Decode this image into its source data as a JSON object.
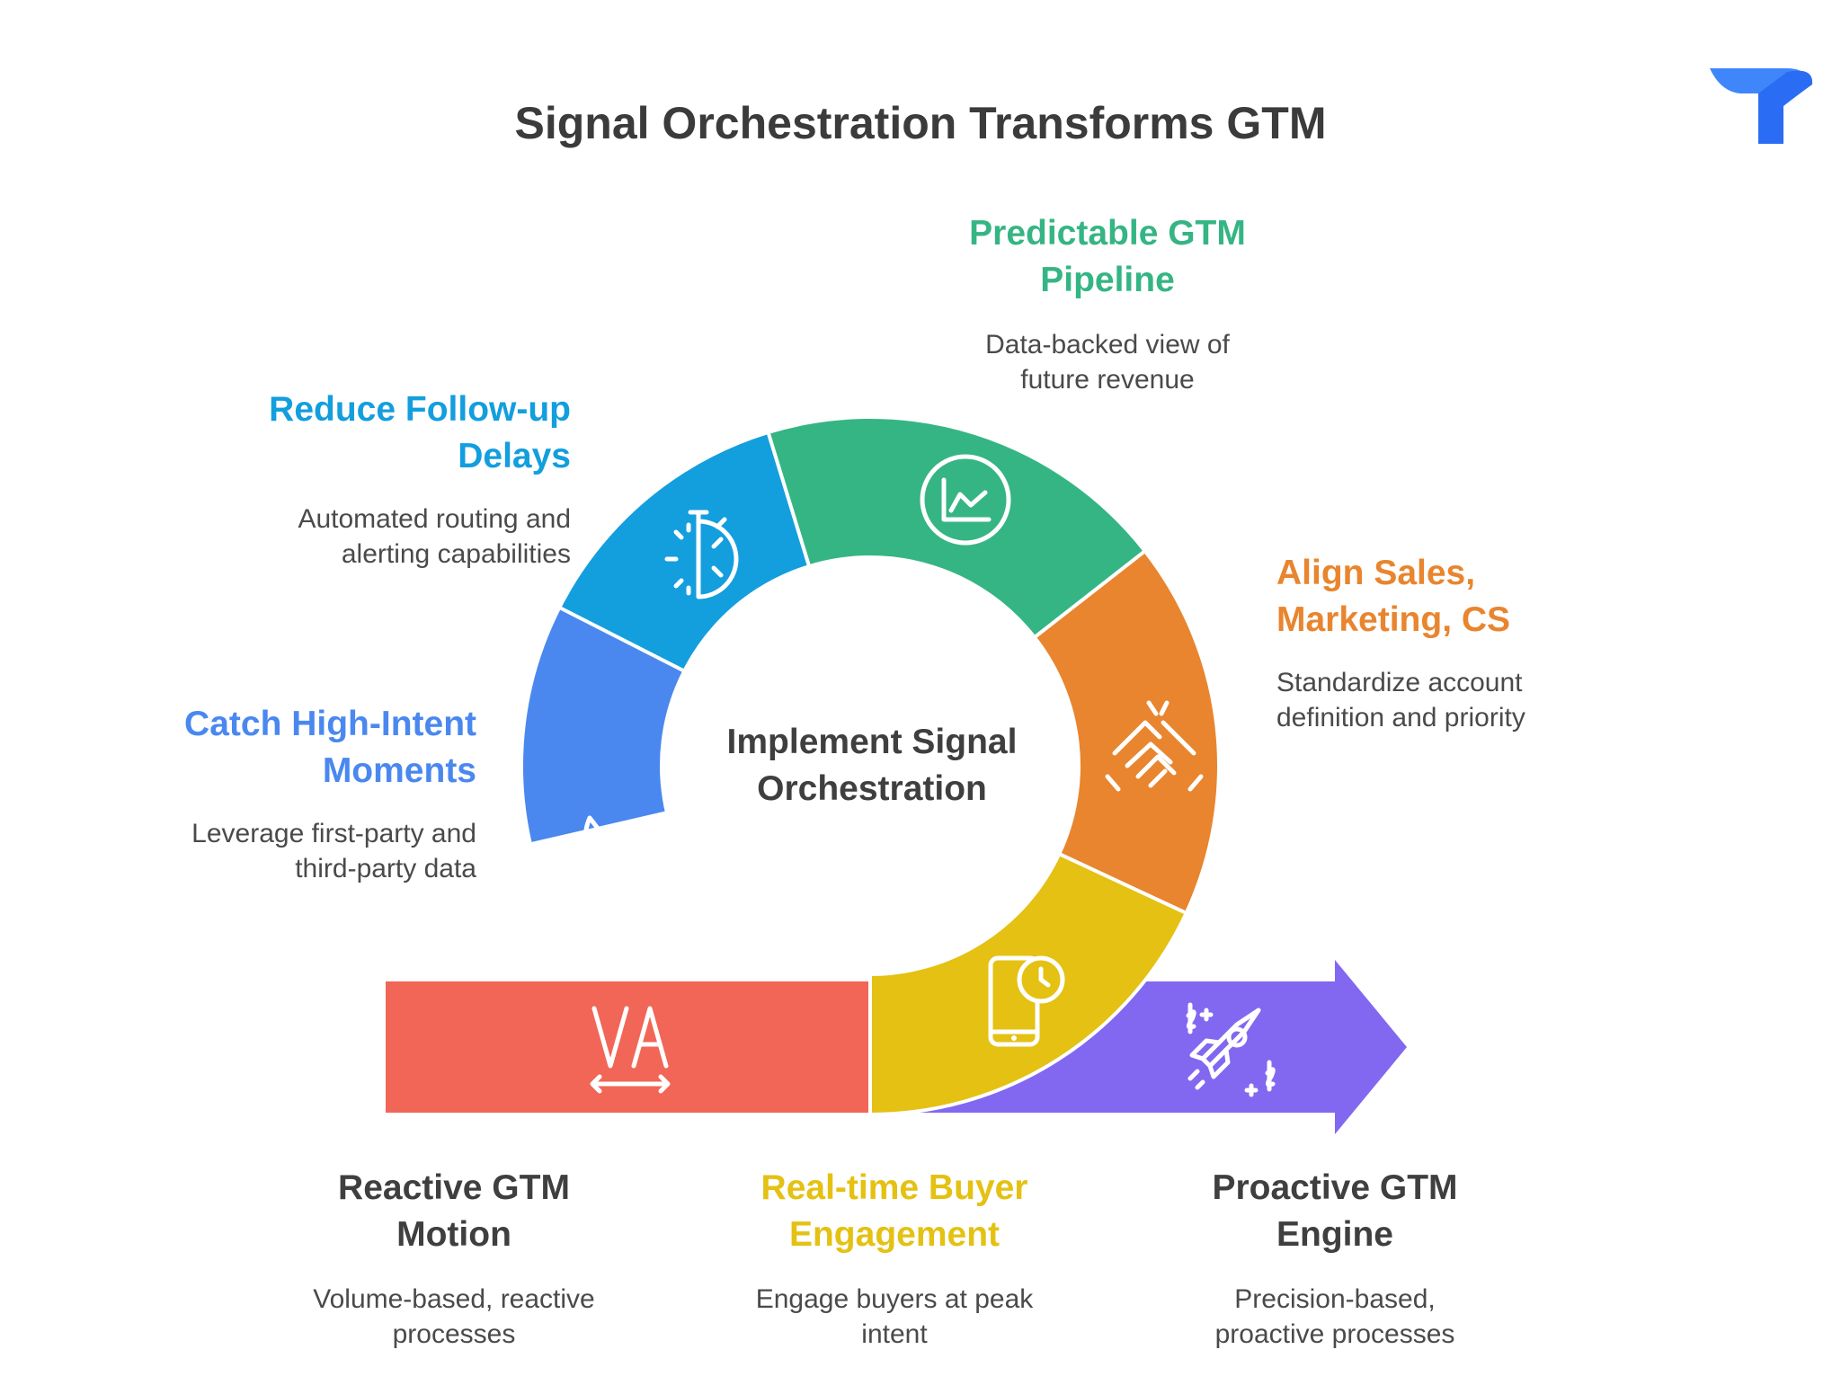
{
  "title": "Signal Orchestration Transforms GTM",
  "center": {
    "line1": "Implement Signal",
    "line2": "Orchestration"
  },
  "colors": {
    "blue_light": "#139ede",
    "green": "#35b584",
    "orange": "#e8852e",
    "yellow": "#e4c112",
    "blue": "#4a88ef",
    "red": "#f16657",
    "purple": "#8268f0",
    "logo": "#2a6df4"
  },
  "segments": [
    {
      "id": "reduce",
      "color": "#139ede",
      "icon": "stopwatch-icon",
      "label": [
        "Reduce Follow-up",
        "Delays"
      ],
      "desc": [
        "Automated routing and",
        "alerting capabilities"
      ]
    },
    {
      "id": "predictable",
      "color": "#35b584",
      "icon": "line-chart-icon",
      "label": [
        "Predictable GTM",
        "Pipeline"
      ],
      "desc": [
        "Data-backed view of",
        "future revenue"
      ]
    },
    {
      "id": "align",
      "color": "#e8852e",
      "icon": "handshake-icon",
      "label": [
        "Align Sales,",
        "Marketing, CS"
      ],
      "desc": [
        "Standardize account",
        "definition and priority"
      ]
    },
    {
      "id": "realtime",
      "color": "#e4c112",
      "icon": "phone-clock-icon",
      "label": [
        "Real-time Buyer",
        "Engagement"
      ],
      "desc": [
        "Engage buyers at peak",
        "intent"
      ]
    },
    {
      "id": "catch",
      "color": "#4a88ef",
      "icon": "satellite-dish-icon",
      "label": [
        "Catch High-Intent",
        "Moments"
      ],
      "desc": [
        "Leverage first-party and",
        "third-party data"
      ]
    }
  ],
  "motions": [
    {
      "id": "reactive",
      "color": "#f16657",
      "icon": "volume-icon",
      "label": [
        "Reactive GTM",
        "Motion"
      ],
      "desc": [
        "Volume-based, reactive",
        "processes"
      ]
    },
    {
      "id": "proactive",
      "color": "#8268f0",
      "icon": "rocket-icon",
      "label": [
        "Proactive GTM",
        "Engine"
      ],
      "desc": [
        "Precision-based,",
        "proactive processes"
      ]
    }
  ],
  "logo": {
    "icon": "brand-logo-icon"
  }
}
